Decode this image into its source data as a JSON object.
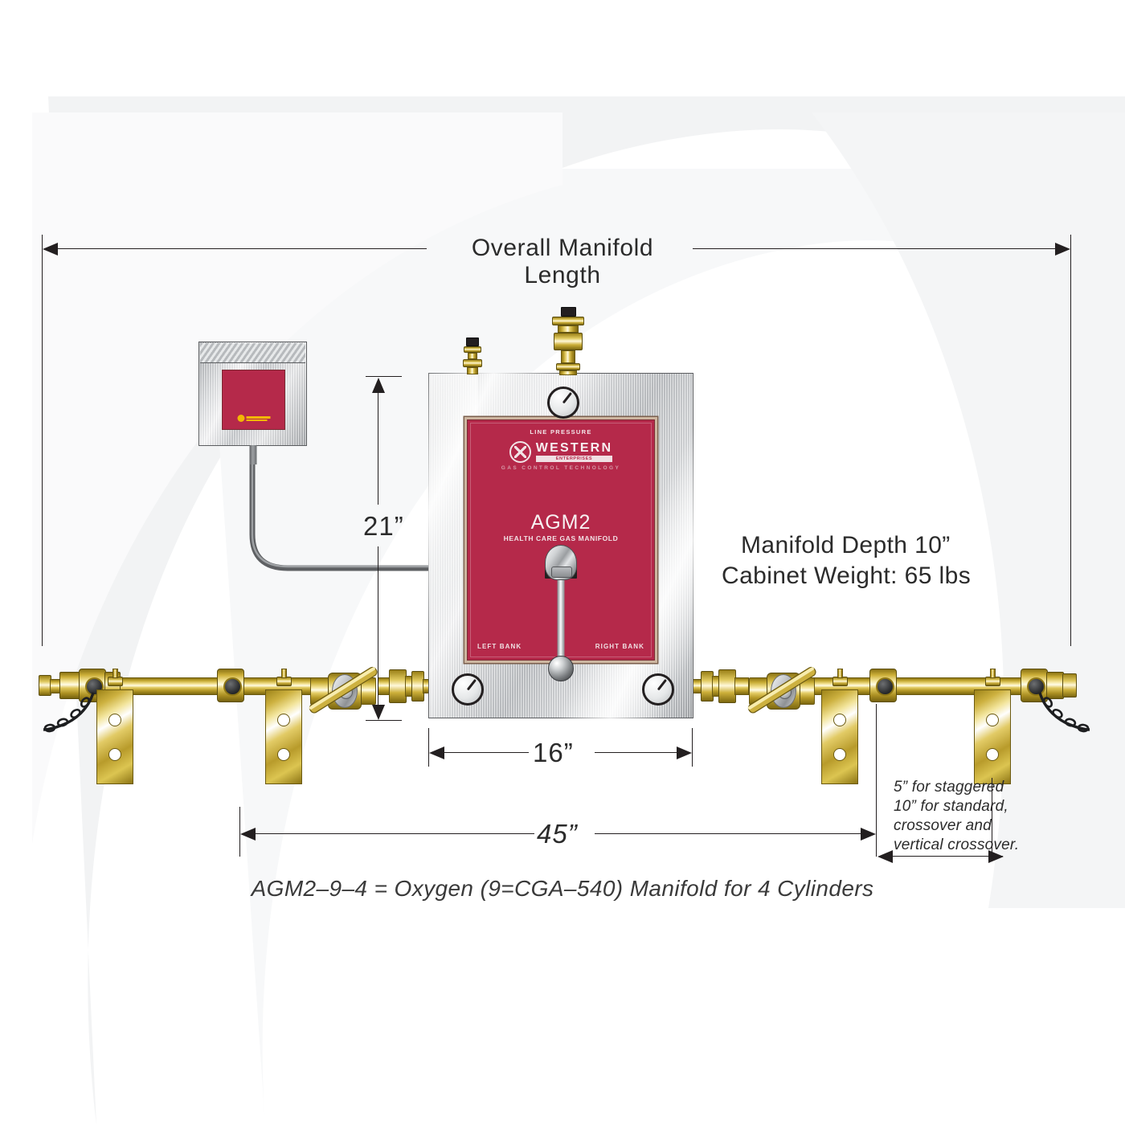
{
  "diagram": {
    "title_overall": "Overall Manifold Length",
    "caption": "AGM2–9–4 = Oxygen (9=CGA–540) Manifold for 4 Cylinders",
    "spec_line_1": "Manifold Depth 10”",
    "spec_line_2": "Cabinet Weight: 65 lbs",
    "dimensions": {
      "height": "21”",
      "cabinet_width": "16”",
      "manifold_span": "45”"
    },
    "note": {
      "line1": "5” for staggered",
      "line2": "10” for standard,",
      "line3": "crossover and",
      "line4": "vertical crossover."
    },
    "colors": {
      "panel_red": "#b5294a",
      "brass": "#d9c04a",
      "steel": "#c9cccf",
      "ink": "#231f20",
      "alarm_gold": "#f2b705"
    }
  },
  "cabinet": {
    "line_pressure_label": "LINE PRESSURE",
    "brand": "WESTERN",
    "brand_sub": "ENTERPRISES",
    "tagline": "GAS CONTROL TECHNOLOGY",
    "model": "AGM2",
    "model_sub": "HEALTH CARE GAS MANIFOLD",
    "left_bank_label": "LEFT BANK",
    "right_bank_label": "RIGHT BANK"
  },
  "components": {
    "gauges": [
      "line-pressure-gauge",
      "left-bank-gauge",
      "right-bank-gauge"
    ],
    "brackets": 4,
    "cga_connections": 4,
    "valves": 2,
    "top_fittings": 2
  }
}
